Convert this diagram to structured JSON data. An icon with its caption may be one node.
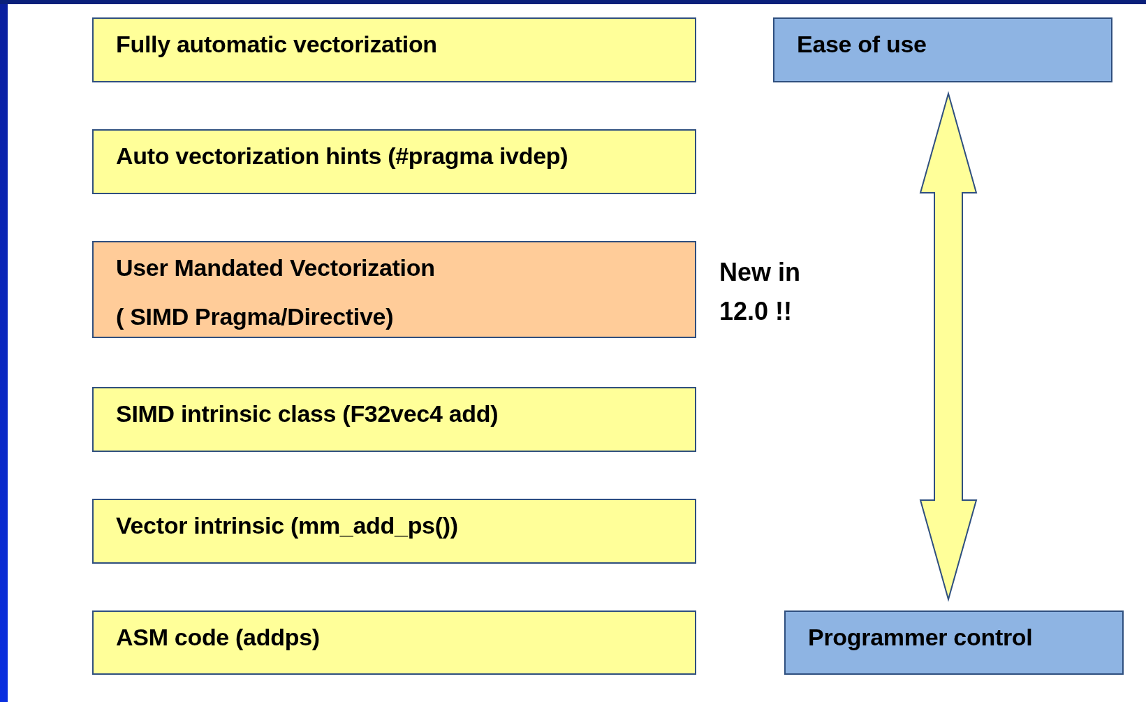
{
  "diagram": {
    "nodes": [
      {
        "text": [
          "Fully automatic vectorization"
        ]
      },
      {
        "text": [
          "Auto vectorization hints (#pragma ivdep)"
        ]
      },
      {
        "text": [
          "User Mandated Vectorization",
          "( SIMD Pragma/Directive)"
        ]
      },
      {
        "text": [
          "SIMD intrinsic class (F32vec4 add)"
        ]
      },
      {
        "text": [
          "Vector intrinsic (mm_add_ps())"
        ]
      },
      {
        "text": [
          "ASM code (addps)"
        ]
      },
      {
        "text": [
          "Ease of use"
        ]
      },
      {
        "text": [
          "Programmer control"
        ]
      }
    ],
    "edges": [
      {
        "from": 6,
        "to": 7,
        "arrow": "both"
      }
    ],
    "labels": [
      "New in 12.0 !!"
    ]
  }
}
